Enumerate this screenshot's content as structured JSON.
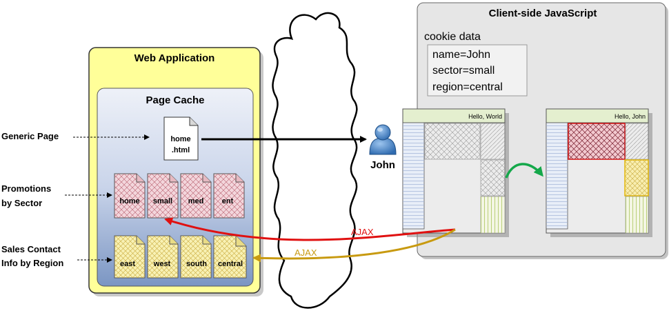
{
  "web_app": {
    "title": "Web Application",
    "page_cache": {
      "title": "Page Cache",
      "generic_page": {
        "line1": "home",
        "line2": ".html"
      },
      "promotions": [
        "home",
        "small",
        "med",
        "ent"
      ],
      "sales_contacts": [
        "east",
        "west",
        "south",
        "central"
      ]
    }
  },
  "labels": {
    "generic_page": "Generic Page",
    "promotions_1": "Promotions",
    "promotions_2": "by Sector",
    "sales_1": "Sales Contact",
    "sales_2": "Info by Region"
  },
  "user": {
    "name": "John"
  },
  "client": {
    "title": "Client-side JavaScript",
    "cookie_title": "cookie data",
    "cookies": [
      "name=John",
      "sector=small",
      "region=central"
    ],
    "page_before_header": "Hello, World",
    "page_after_header": "Hello, John"
  },
  "arrows": {
    "ajax_1": "AJAX",
    "ajax_2": "AJAX"
  },
  "colors": {
    "web_app_fill": "#ffff99",
    "web_app_border": "#333333",
    "cache_fill_top": "#e8ecf5",
    "cache_fill_bottom": "#7e98c4",
    "client_fill": "#e6e6e6",
    "promo_fill": "#f3d6dc",
    "sales_fill": "#f8f1b4",
    "ajax_red": "#e01010",
    "ajax_gold": "#c89a10",
    "transition_green": "#14a84a",
    "highlight_red": "#dd1111",
    "highlight_gold": "#e6b800"
  }
}
